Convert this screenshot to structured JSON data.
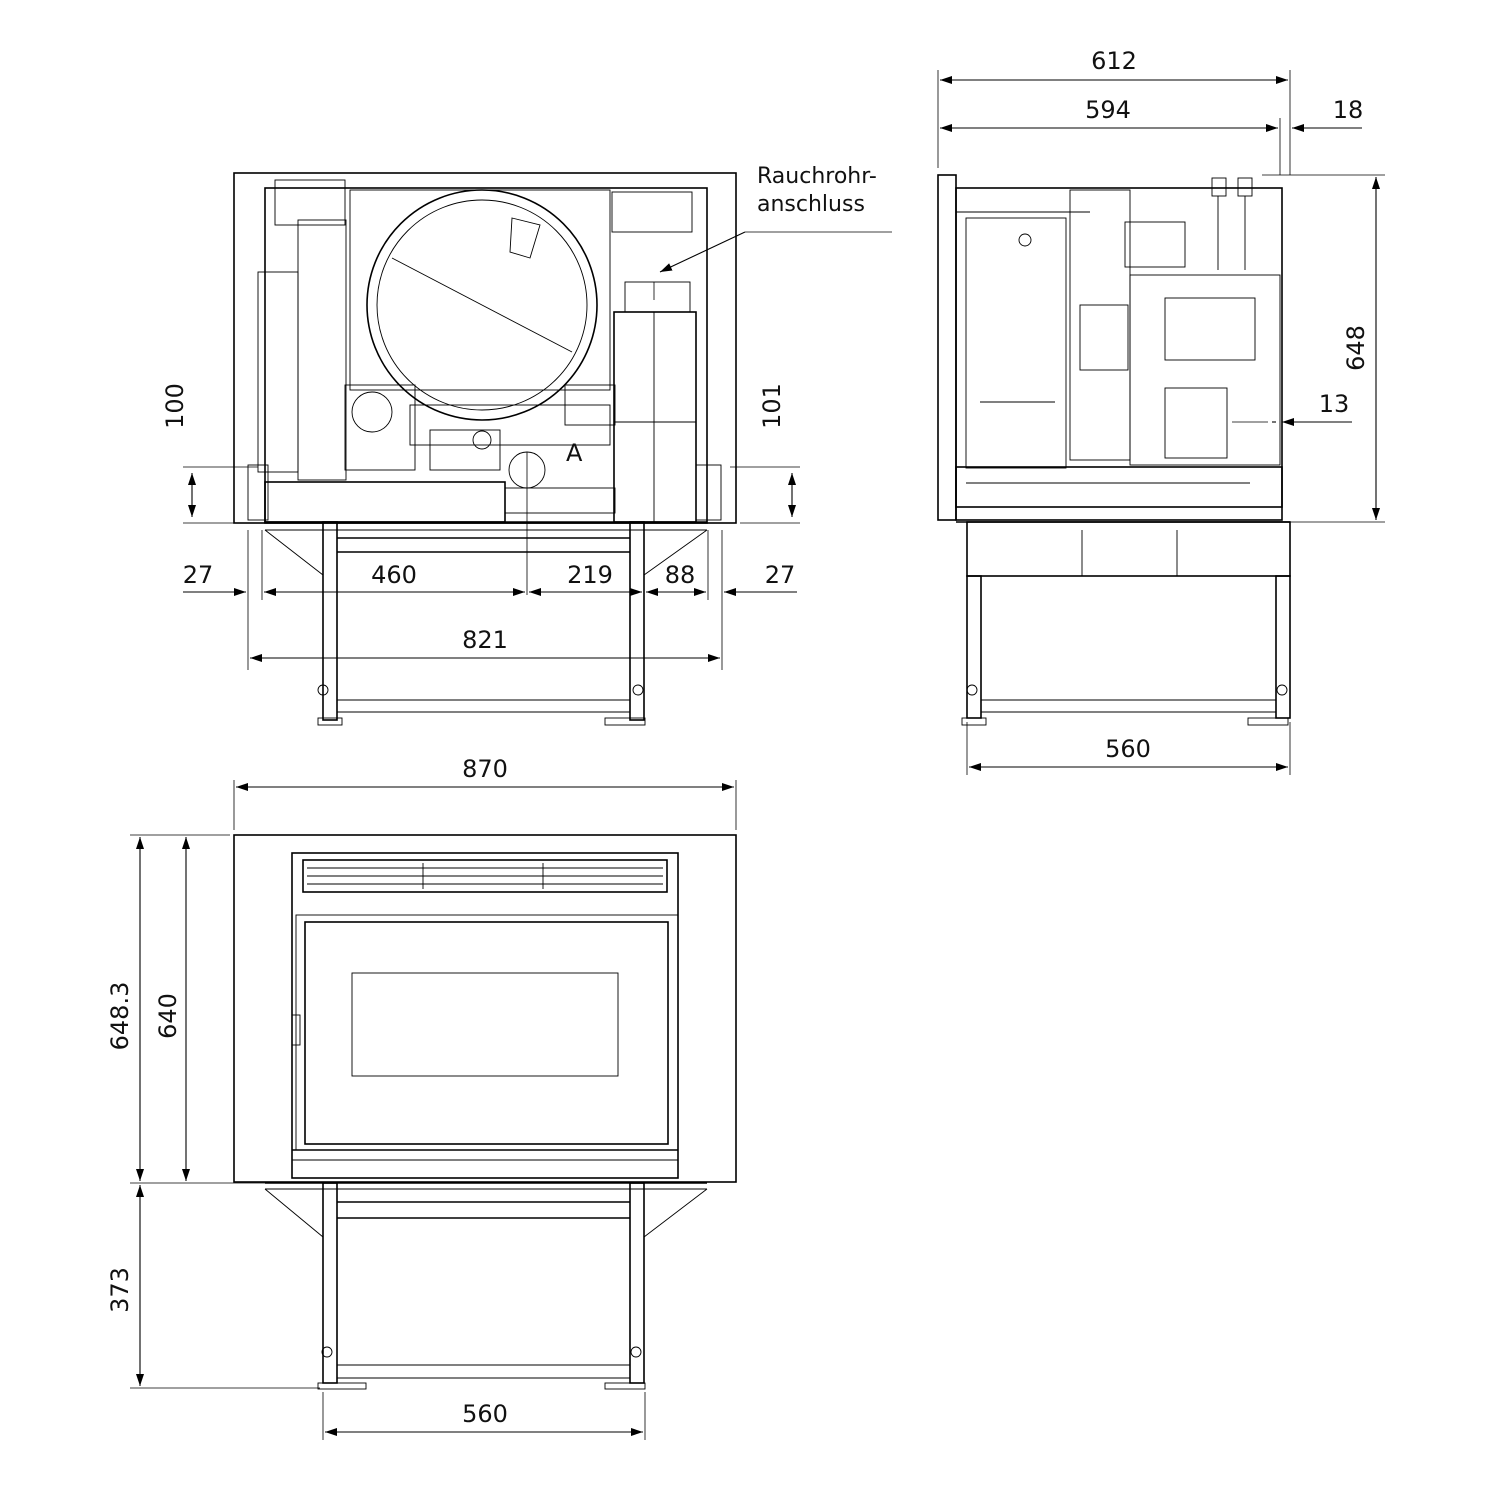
{
  "annotations": {
    "flue_label_line1": "Rauchrohr-",
    "flue_label_line2": "anschluss",
    "marker_a": "A"
  },
  "rear_view": {
    "dim_height_left": "100",
    "dim_height_right": "101",
    "dim_left_margin": "27",
    "dim_left_to_flue": "460",
    "dim_flue_to_leg": "219",
    "dim_leg_to_edge": "88",
    "dim_right_margin": "27",
    "dim_base_width": "821"
  },
  "side_view": {
    "dim_total_depth": "612",
    "dim_body_depth": "594",
    "dim_offset": "18",
    "dim_height": "648",
    "dim_connection": "13",
    "dim_leg_width": "560"
  },
  "front_view": {
    "dim_width": "870",
    "dim_outer_height": "648.3",
    "dim_inner_height": "640",
    "dim_stand_height": "373",
    "dim_leg_width": "560"
  }
}
